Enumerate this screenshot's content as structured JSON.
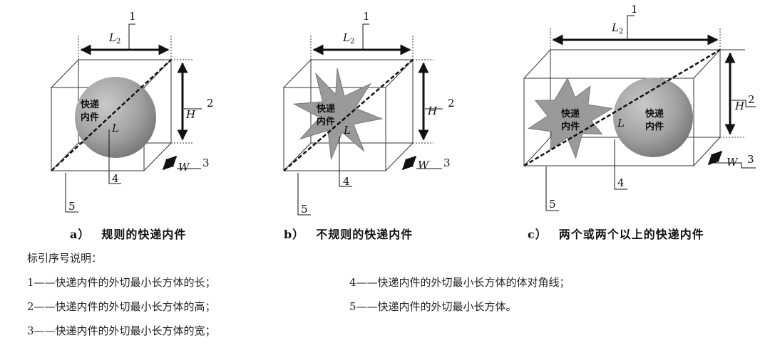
{
  "figure": {
    "callouts": [
      "1",
      "2",
      "3",
      "4",
      "5"
    ],
    "dims": {
      "L": "L",
      "sub2": "2",
      "H": "H",
      "W": "W"
    },
    "inner_text": [
      "快递",
      "内件"
    ]
  },
  "captions": [
    {
      "tag": "a）",
      "text": "规则的快递内件"
    },
    {
      "tag": "b）",
      "text": "不规则的快递内件"
    },
    {
      "tag": "c）",
      "text": "两个或两个以上的快递内件"
    }
  ],
  "legend": {
    "title": "标引序号说明：",
    "items": [
      "1——快递内件的外切最小长方体的长；",
      "2——快递内件的外切最小长方体的高；",
      "3——快递内件的外切最小长方体的宽；",
      "4——快递内件的外切最小长方体的体对角线；",
      "5——快递内件的外切最小长方体。"
    ]
  }
}
